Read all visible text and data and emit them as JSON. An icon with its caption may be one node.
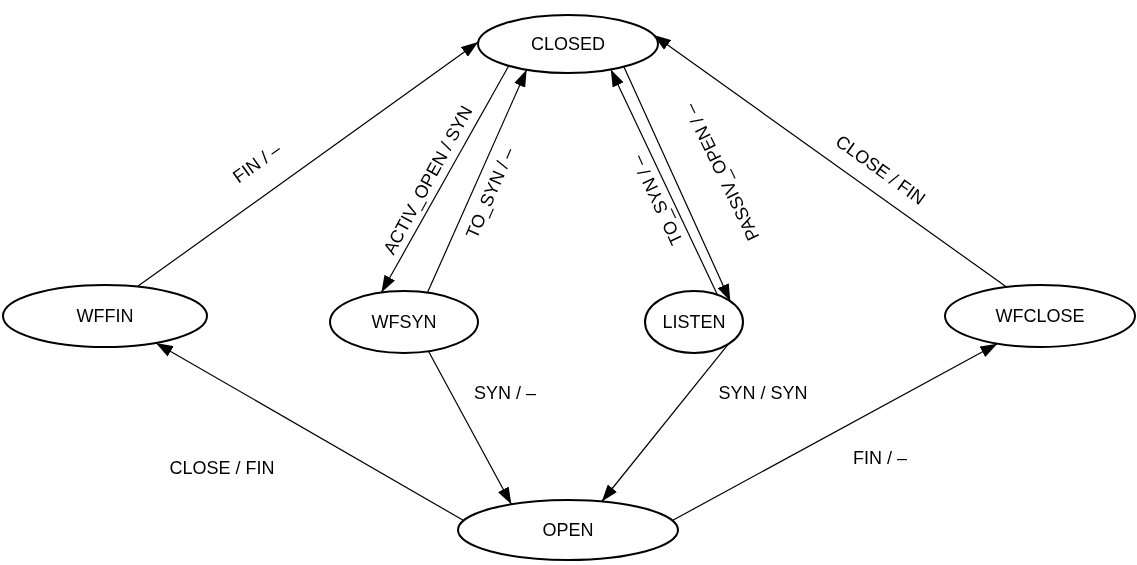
{
  "diagram": {
    "nodes": [
      {
        "text": [
          "CLOSED"
        ]
      },
      {
        "text": [
          "WFFIN"
        ]
      },
      {
        "text": [
          "WFSYN"
        ]
      },
      {
        "text": [
          "LISTEN"
        ]
      },
      {
        "text": [
          "WFCLOSE"
        ]
      },
      {
        "text": [
          "OPEN"
        ]
      }
    ],
    "edges": [
      {
        "from": 1,
        "to": 0,
        "arrow": "to",
        "label": "FIN / –"
      },
      {
        "from": 0,
        "to": 2,
        "arrow": "to",
        "label": "ACTIV_OPEN / SYN"
      },
      {
        "from": 2,
        "to": 0,
        "arrow": "to",
        "label": "TO_SYN / –"
      },
      {
        "from": 3,
        "to": 0,
        "arrow": "to",
        "label": "TO_SYN / –"
      },
      {
        "from": 0,
        "to": 3,
        "arrow": "to",
        "label": "PASSIV_OPEN / –"
      },
      {
        "from": 4,
        "to": 0,
        "arrow": "to",
        "label": "CLOSE / FIN"
      },
      {
        "from": 2,
        "to": 5,
        "arrow": "to",
        "label": "SYN / –"
      },
      {
        "from": 3,
        "to": 5,
        "arrow": "to",
        "label": "SYN / SYN"
      },
      {
        "from": 5,
        "to": 1,
        "arrow": "to",
        "label": "CLOSE / FIN"
      },
      {
        "from": 5,
        "to": 4,
        "arrow": "to",
        "label": "FIN / –"
      }
    ]
  }
}
